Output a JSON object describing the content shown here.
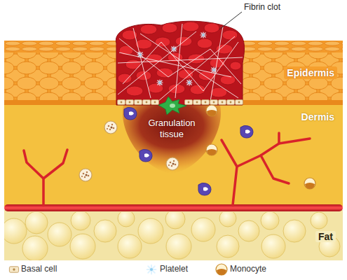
{
  "diagram": {
    "nodes": [
      {
        "text": [
          "Epidermis"
        ]
      },
      {
        "text": [
          "Dermis"
        ]
      },
      {
        "text": [
          "Granulation tissue"
        ],
        "in": 1
      },
      {
        "text": [
          "Fat"
        ]
      }
    ],
    "labels": [
      "Fibrin clot"
    ],
    "legend": [
      {
        "text": "Basal cell"
      },
      {
        "text": "Platelet"
      },
      {
        "text": "Monocyte"
      }
    ]
  }
}
